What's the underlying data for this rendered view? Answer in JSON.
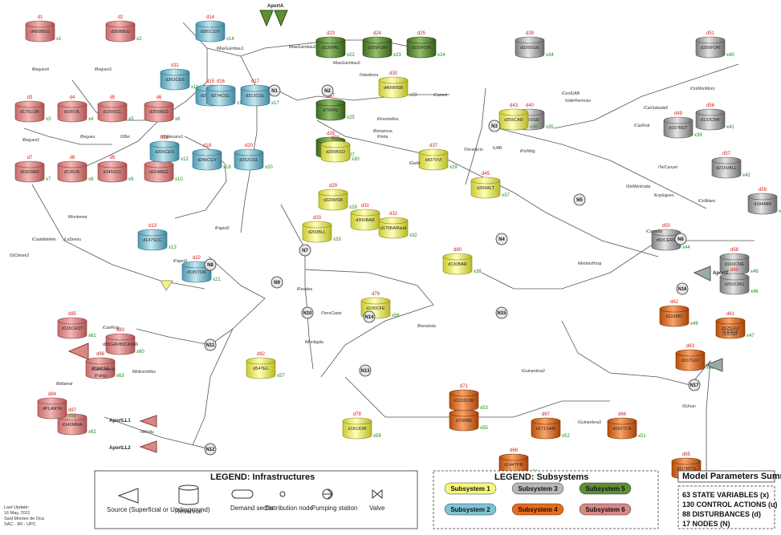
{
  "aports": [
    "AportA",
    "AportT",
    "AportLL1",
    "AportLL2"
  ],
  "nodes": [
    "N1",
    "N2",
    "N3",
    "N4",
    "N5",
    "N6",
    "N7",
    "N8",
    "N9",
    "N10",
    "N11",
    "N12",
    "N13",
    "N14",
    "N15",
    "N16",
    "N17"
  ],
  "subsystem_colors": {
    "s1": "#f7f77a",
    "s2": "#7ec4d6",
    "s3": "#b8b8b8",
    "s4": "#e86a17",
    "s5": "#5f8f35",
    "s6": "#d98886"
  },
  "tanks": [
    {
      "name": "d450BEG",
      "x": "x1",
      "d": "d1",
      "sub": "s6"
    },
    {
      "name": "d368BEG",
      "x": "x2",
      "d": "d2",
      "sub": "s6"
    },
    {
      "name": "d175LOR",
      "x": "x3",
      "d": "d3",
      "sub": "s6"
    },
    {
      "name": "d185VIL",
      "x": "x4",
      "d": "d4",
      "sub": "s6"
    },
    {
      "name": "d190SCL",
      "x": "x5",
      "d": "d5",
      "sub": "s6"
    },
    {
      "name": "d255BEG",
      "x": "x6",
      "d": "d6",
      "sub": "s6"
    },
    {
      "name": "d150SBO",
      "x": "x7",
      "d": "d7",
      "sub": "s6"
    },
    {
      "name": "d135VIL",
      "x": "x8",
      "d": "d8",
      "sub": "s6"
    },
    {
      "name": "d145SCL",
      "x": "x9",
      "d": "d9",
      "sub": "s6"
    },
    {
      "name": "d164BEG",
      "x": "x10",
      "d": "d10",
      "sub": "s6"
    },
    {
      "name": "d263CES",
      "x": "x11",
      "d": "d11",
      "sub": "s2"
    },
    {
      "name": "d206CES",
      "x": "x12",
      "d": "d12",
      "sub": "s2"
    },
    {
      "name": "d147SCC",
      "x": "x13",
      "d": "d13",
      "sub": "s2"
    },
    {
      "name": "d301CGY",
      "x": "x14",
      "d": "d14",
      "sub": "s2"
    },
    {
      "name": "d286CGY",
      "x": "x15",
      "d": "d15",
      "sub": "s2"
    },
    {
      "name": "d274CGL",
      "x": "x16",
      "d": "d16",
      "sub": "s2"
    },
    {
      "name": "d313CGL",
      "x": "x17",
      "d": "d17",
      "sub": "s2"
    },
    {
      "name": "d246CGY",
      "x": "x18",
      "d": "d18",
      "sub": "s2"
    },
    {
      "name": "d252CGL",
      "x": "x20",
      "d": "d20",
      "sub": "s2"
    },
    {
      "name": "d126PAL",
      "x": "x22",
      "d": "d23",
      "sub": "s5"
    },
    {
      "name": "d205FON",
      "x": "x23",
      "d": "d24",
      "sub": "s5"
    },
    {
      "name": "d230FON",
      "x": "x24",
      "d": "d25",
      "sub": "s5"
    },
    {
      "name": "d75PAL",
      "x": "x25",
      "d": "d27",
      "sub": "s5"
    },
    {
      "name": "d115PAP",
      "x": "x27",
      "d": "d28",
      "sub": "s5"
    },
    {
      "name": "d400MSB",
      "x": "x28",
      "d": "d30",
      "sub": "s1"
    },
    {
      "name": "d320MSB",
      "x": "x29",
      "d": "d29",
      "sub": "s1"
    },
    {
      "name": "d200BSO",
      "x": "x30",
      "d": "d34",
      "sub": "s1"
    },
    {
      "name": "d300BAR",
      "x": "x31",
      "d": "d31",
      "sub": "s1"
    },
    {
      "name": "d200BLL",
      "x": "x33",
      "d": "d33",
      "sub": "s1"
    },
    {
      "name": "d176BARsud",
      "x": "x32",
      "d": "d32",
      "sub": "s1"
    },
    {
      "name": "d130BAR",
      "x": "x38",
      "d": "d80",
      "sub": "s1"
    },
    {
      "name": "d437VVI",
      "x": "x29",
      "d": "d37",
      "sub": "s1"
    },
    {
      "name": "d328SGE",
      "x": "x34",
      "d": "d39",
      "sub": "s3"
    },
    {
      "name": "d265SGE",
      "x": "x35",
      "d": "d40",
      "sub": "s3"
    },
    {
      "name": "d255CAR",
      "x": "x36",
      "d": "d43",
      "sub": "s1"
    },
    {
      "name": "d206ALT",
      "x": "x37",
      "d": "d45",
      "sub": "s1"
    },
    {
      "name": "d250FON",
      "x": "x40",
      "d": "d51",
      "sub": "s3"
    },
    {
      "name": "d132CMF",
      "x": "x41",
      "d": "d56",
      "sub": "s3"
    },
    {
      "name": "d197BET",
      "x": "x39",
      "d": "d49",
      "sub": "s3"
    },
    {
      "name": "d215VALL",
      "x": "x42",
      "d": "d57",
      "sub": "s3"
    },
    {
      "name": "d60CERD",
      "x": "x44",
      "d": "d50",
      "sub": "s3"
    },
    {
      "name": "d184MM",
      "x": "x43",
      "d": "d59",
      "sub": "s3"
    },
    {
      "name": "d169CME",
      "x": "x46",
      "d": "d58",
      "sub": "s3"
    },
    {
      "name": "d202CRU",
      "x": "x46",
      "d": "d60",
      "sub": "s3"
    },
    {
      "name": "d100CFE",
      "x": "x56",
      "d": "d79",
      "sub": "s1"
    },
    {
      "name": "d54TEL",
      "x": "x57",
      "d": "d82",
      "sub": "s1"
    },
    {
      "name": "d16CIOR",
      "x": "x58",
      "d": "d78",
      "sub": "s1"
    },
    {
      "name": "d70BBE",
      "x": "x55",
      "d": "d76",
      "sub": "s4"
    },
    {
      "name": "d115DOM",
      "x": "x53",
      "d": "d71",
      "sub": "s4"
    },
    {
      "name": "d171SAM",
      "x": "x52",
      "d": "d67",
      "sub": "s4"
    },
    {
      "name": "d160TCA",
      "x": "x51",
      "d": "d66",
      "sub": "s4"
    },
    {
      "name": "d144TPR",
      "x": "x54",
      "d": "d68",
      "sub": "s4"
    },
    {
      "name": "d110MO",
      "x": "x49",
      "d": "d62",
      "sub": "s4"
    },
    {
      "name": "d167GUI",
      "x": "x48",
      "d": "d63",
      "sub": "s4"
    },
    {
      "name": "d117MTG",
      "x": "x50",
      "d": "d65",
      "sub": "s4"
    },
    {
      "name": "d125GUI",
      "x": "x47",
      "d": "d61",
      "sub": "s4"
    },
    {
      "name": "d145MMA",
      "x": "x62",
      "d": "d87",
      "sub": "s6"
    },
    {
      "name": "d115CAST",
      "x": "x61",
      "d": "d85",
      "sub": "s6"
    },
    {
      "name": "d80GAV80CAS86",
      "x": "x60",
      "d": "d83",
      "sub": "s6"
    },
    {
      "name": "d130LSE",
      "x": "x63",
      "d": "d86",
      "sub": "s6"
    },
    {
      "name": "dPLANTA",
      "x": "x59",
      "d": "d84",
      "sub": "s6"
    },
    {
      "name": "d195TOR",
      "x": "x21",
      "d": "d22",
      "sub": "s2"
    }
  ],
  "misc_labels": [
    "iBegues4",
    "iBegues3",
    "iBegues2",
    "iBegues",
    "iSBoi",
    "iViladecans1",
    "iStClimen2",
    "iCastelldefels",
    "iMontemar",
    "iLaSemiu",
    "iBellamar",
    "iCanCervello",
    "iCanRoig",
    "iPalleja",
    "iMolinsVelles",
    "iPapiol1",
    "iPapiol2",
    "iMasGuimbau1",
    "iMasGuimbau2",
    "iMasGuimbau3",
    "iValvidrera",
    "iFinestrelles",
    "iBonanova",
    "iHorta",
    "iCarmel",
    "iGarbi",
    "iTorrelarrio",
    "iUAB",
    "iPorMdg",
    "iCerdUAB",
    "iValleHermoso",
    "iCanSabadell",
    "iOrxMonMont",
    "iCanRuti",
    "iSinMontcada",
    "iTerCanyet",
    "iEsplugues",
    "iCornella",
    "iCollblanc",
    "iMedresHosp",
    "iRosales",
    "iTorreCaste",
    "iBonavista",
    "iMontigala",
    "iGuinardera2",
    "iGuinardera3",
    "iStJoan",
    "iSJDSud",
    "iSJDSpf",
    "iStFeliu"
  ],
  "legend_infra": {
    "title": "LEGEND: Infrastructures",
    "items": [
      "Source (Superficial or Underground)",
      "Reservoir",
      "Demand sector",
      "Distribution node",
      "Pumping station",
      "Valve"
    ]
  },
  "legend_subsystems": {
    "title": "LEGEND: Subsystems",
    "items": [
      "Subsystem 1",
      "Subsystem 2",
      "Subsystem 3",
      "Subsystem 4",
      "Subsystem 5",
      "Subsystem 6"
    ]
  },
  "summary": {
    "title": "Model Parameters Summary",
    "items": [
      "63 STATE VARIABLES (x)",
      "130 CONTROL ACTIONS (u)",
      "88 DISTURBANCES (d)",
      "17 NODES (N)"
    ]
  },
  "footer": [
    "Last Update:",
    "16 May, 2011",
    "Saül Montes de Oca",
    "SAC - IRI - UPC"
  ]
}
